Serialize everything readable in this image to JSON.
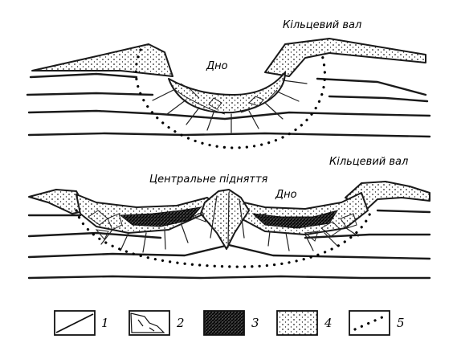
{
  "top_section": {
    "rim_label": "Кільцевий вал",
    "floor_label": "Дно"
  },
  "bottom_section": {
    "rim_label": "Кільцевий вал",
    "central_uplift_label": "Центральне підняття",
    "floor_label": "Дно"
  },
  "legend": {
    "items": [
      {
        "number": "1",
        "icon": "inclined-line-icon"
      },
      {
        "number": "2",
        "icon": "fractured-breccia-icon"
      },
      {
        "number": "3",
        "icon": "dark-melt-icon"
      },
      {
        "number": "4",
        "icon": "dotted-fill-icon"
      },
      {
        "number": "5",
        "icon": "dotted-boundary-icon"
      }
    ]
  }
}
